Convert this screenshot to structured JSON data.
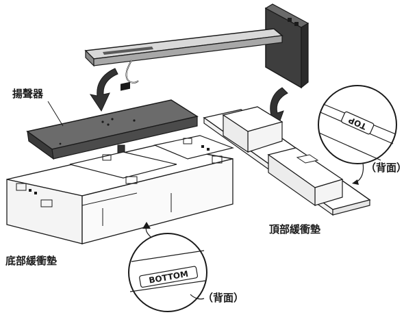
{
  "labels": {
    "speaker": "揚聲器",
    "top_cushion": "頂部緩衝墊",
    "bottom_cushion": "底部緩衝墊",
    "back_side_top": "（背面）",
    "back_side_bottom": "（背面）"
  },
  "markings": {
    "top": "TOP",
    "bottom": "BOTTOM"
  },
  "colors": {
    "line": "#1a1a1a",
    "speaker_dark": "#5e5e5e",
    "speaker_mid": "#4a4a4a",
    "arm_light": "#c8c8c8",
    "arrow": "#333333",
    "foam": "#ffffff"
  }
}
